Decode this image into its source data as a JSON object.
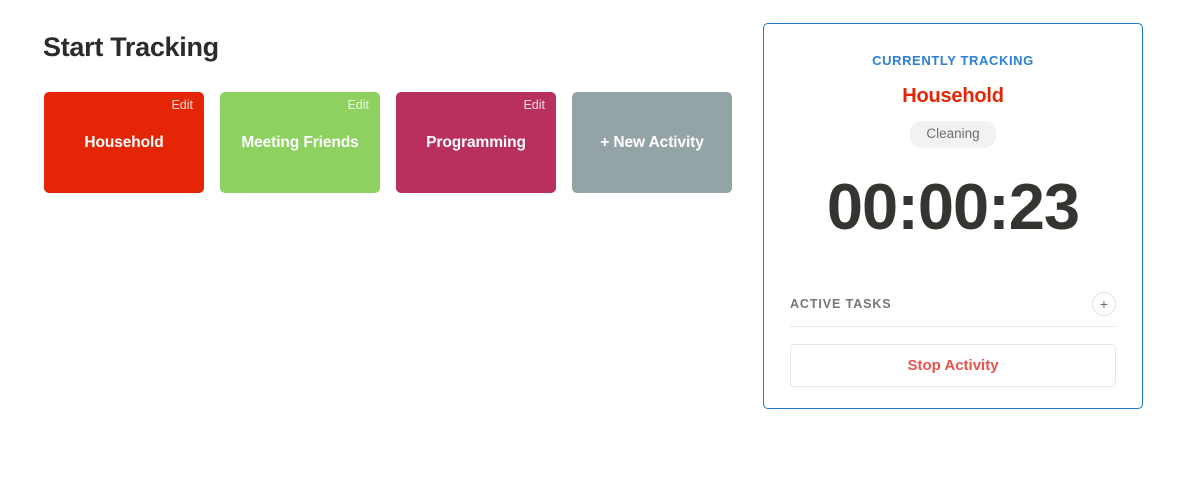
{
  "page": {
    "title": "Start Tracking",
    "background": "#ffffff"
  },
  "activities": {
    "cards": [
      {
        "name": "Household",
        "edit_label": "Edit",
        "color": "#e42607",
        "is_new": false
      },
      {
        "name": "Meeting Friends",
        "edit_label": "Edit",
        "color": "#8ed161",
        "is_new": false
      },
      {
        "name": "Programming",
        "edit_label": "Edit",
        "color": "#b9305e",
        "is_new": false
      },
      {
        "name": "+ New Activity",
        "edit_label": "",
        "color": "#94a4a6",
        "is_new": true
      }
    ]
  },
  "tracking_panel": {
    "border_color": "#1b7fd0",
    "eyebrow": "CURRENTLY TRACKING",
    "eyebrow_color": "#2b7fd4",
    "activity_name": "Household",
    "activity_name_color": "#e42607",
    "tag": "Cleaning",
    "timer": "00:00:23",
    "tasks_title": "ACTIVE TASKS",
    "add_task_icon": "plus-icon",
    "add_task_glyph": "+",
    "tasks_items": [],
    "stop_button_label": "Stop Activity",
    "stop_button_color": "#e8524f"
  }
}
